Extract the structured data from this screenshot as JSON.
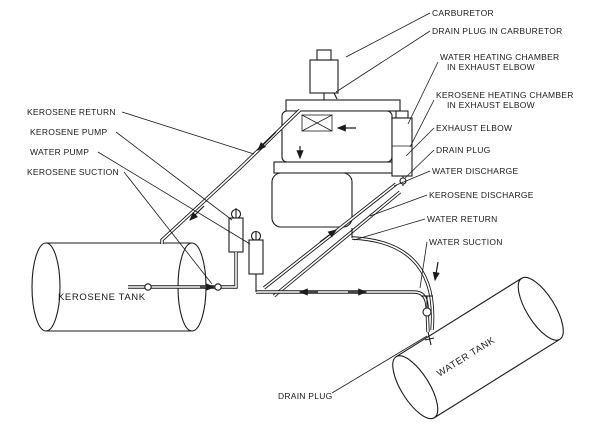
{
  "diagram": {
    "type": "technical-line-drawing",
    "subject": "kerosene-water fuel and cooling piping system",
    "colors": {
      "ink": "#1b1b1b",
      "background": "#ffffff"
    },
    "icons": {
      "flow_arrow": "➤"
    },
    "labels": {
      "carburetor": "CARBURETOR",
      "drain_plug_carburetor": "DRAIN PLUG IN CARBURETOR",
      "water_heating_chamber": [
        "WATER HEATING CHAMBER",
        "IN EXHAUST ELBOW"
      ],
      "kerosene_heating_chamber": [
        "KEROSENE HEATING CHAMBER",
        "IN EXHAUST ELBOW"
      ],
      "exhaust_elbow": "EXHAUST ELBOW",
      "drain_plug": "DRAIN PLUG",
      "water_discharge": "WATER DISCHARGE",
      "kerosene_discharge": "KEROSENE DISCHARGE",
      "water_return": "WATER RETURN",
      "water_suction": "WATER SUCTION",
      "kerosene_return": "KEROSENE RETURN",
      "kerosene_pump": "KEROSENE PUMP",
      "water_pump": "WATER PUMP",
      "kerosene_suction": "KEROSENE SUCTION",
      "kerosene_tank": "KEROSENE TANK",
      "water_tank": "WATER TANK",
      "drain_plug_bottom": "DRAIN PLUG"
    }
  }
}
